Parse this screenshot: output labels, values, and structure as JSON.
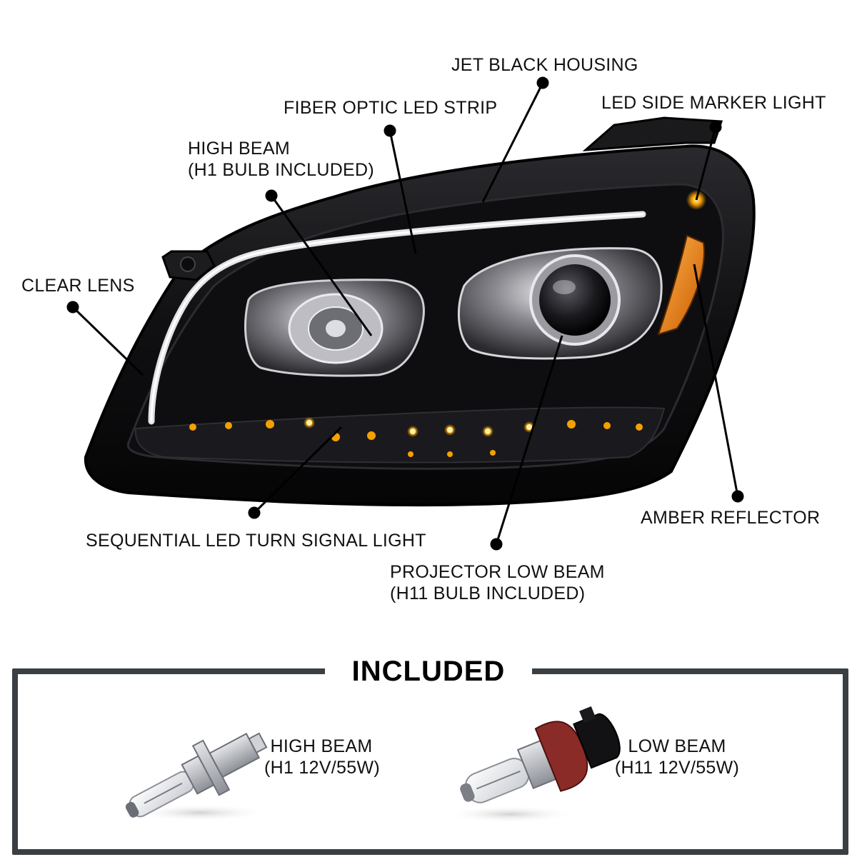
{
  "callouts": {
    "jet_black_housing": "JET BLACK HOUSING",
    "led_side_marker": "LED SIDE MARKER LIGHT",
    "fiber_optic": "FIBER OPTIC LED STRIP",
    "high_beam_line1": "HIGH BEAM",
    "high_beam_line2": "(H1 BULB INCLUDED)",
    "clear_lens": "CLEAR LENS",
    "amber_reflector": "AMBER REFLECTOR",
    "sequential_turn": "SEQUENTIAL LED TURN SIGNAL LIGHT",
    "projector_line1": "PROJECTOR LOW BEAM",
    "projector_line2": "(H11 BULB INCLUDED)"
  },
  "included": {
    "title": "INCLUDED",
    "items": [
      {
        "line1": "HIGH BEAM",
        "line2": "(H1 12V/55W)"
      },
      {
        "line1": "LOW BEAM",
        "line2": "(H11 12V/55W)"
      }
    ]
  },
  "colors": {
    "housing": "#141416",
    "amber": "#f5a000",
    "frame": "#3a3f44"
  }
}
